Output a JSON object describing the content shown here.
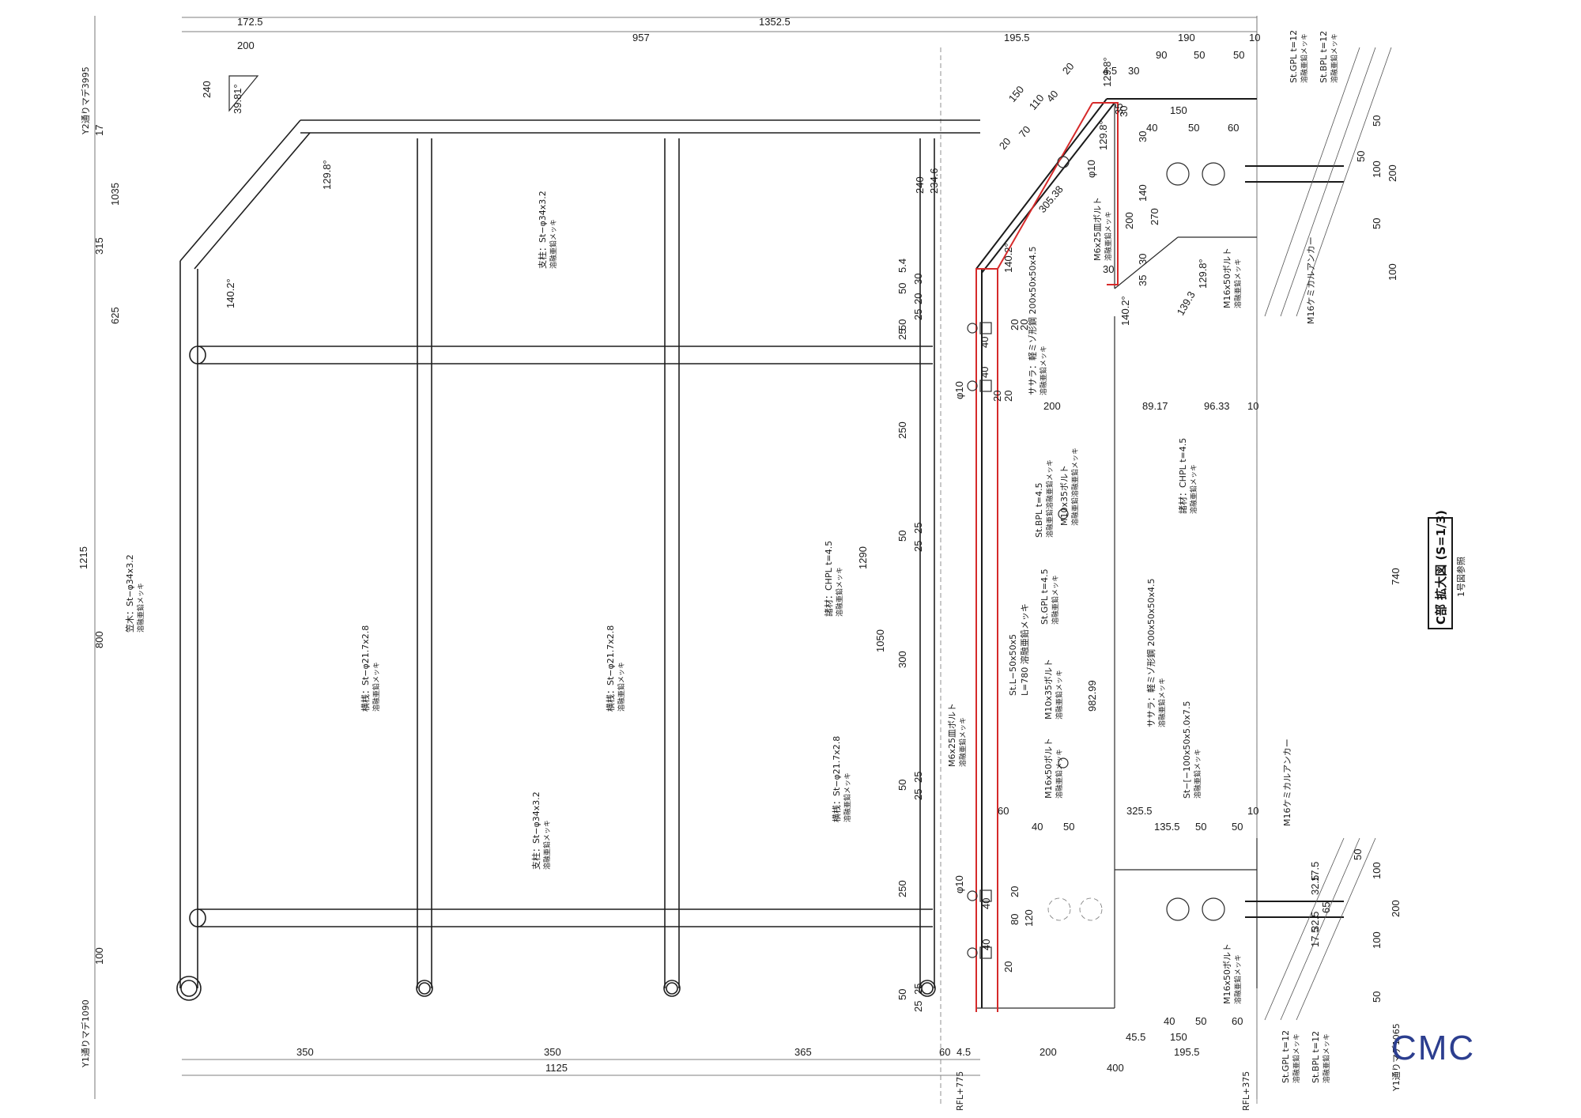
{
  "dims": {
    "top_row1": [
      "172.5",
      "1352.5"
    ],
    "top_row2": [
      "957",
      "195.5",
      "190",
      "10"
    ],
    "top_row3": [
      "4.5",
      "30",
      "90",
      "50",
      "50"
    ],
    "tri": [
      "200",
      "240",
      "39.81°"
    ],
    "left_side": [
      "17",
      "1035",
      "315",
      "625",
      "1215",
      "800",
      "100"
    ],
    "angles": [
      "129.8°",
      "140.2°",
      "140.2°",
      "129.8°",
      "140.2°",
      "129.8°",
      "129.8°"
    ],
    "bracket_top": [
      "150",
      "110",
      "70",
      "40",
      "20",
      "20",
      "305.38",
      "φ10"
    ],
    "col_mid_left": [
      "240",
      "234.6",
      "5.4",
      "50",
      "30",
      "20",
      "25",
      "50",
      "25",
      "250",
      "50",
      "25",
      "25",
      "1290",
      "1050",
      "300",
      "50",
      "25",
      "25",
      "250",
      "50",
      "25",
      "25"
    ],
    "col_bolts_top": [
      "20",
      "40",
      "40",
      "20",
      "20",
      "20",
      "φ10",
      "200"
    ],
    "col_bolts_bot": [
      "20",
      "40",
      "120",
      "80",
      "40",
      "20",
      "φ10"
    ],
    "right_top": [
      "150",
      "40",
      "50",
      "60",
      "30",
      "30",
      "140",
      "200",
      "270",
      "30",
      "35",
      "30",
      "35",
      "139.3",
      "50",
      "50",
      "100",
      "200",
      "50",
      "100"
    ],
    "right_mid": [
      "89.17",
      "96.33",
      "10",
      "982.99",
      "740"
    ],
    "right_bot": [
      "60",
      "325.5",
      "10",
      "40",
      "50",
      "135.5",
      "50",
      "50",
      "17.5",
      "32.5",
      "65",
      "32.5",
      "17.5",
      "50",
      "100",
      "200",
      "100",
      "50",
      "40",
      "50",
      "60",
      "45.5",
      "150"
    ],
    "bottom_row1": [
      "350",
      "350",
      "365",
      "60",
      "4.5",
      "200",
      "195.5"
    ],
    "bottom_row2": [
      "1125",
      "400"
    ]
  },
  "side_labels": {
    "y2": "Y2通りマデ3995",
    "y1_left": "Y1通りマデ1090",
    "y1_right": "Y1通りマデ1065"
  },
  "level_labels": [
    "RFL+775",
    "RFL+375"
  ],
  "notes": {
    "post_top": [
      "支柱：St−φ34x3.2",
      "溶融亜鉛メッキ"
    ],
    "post_left": [
      "笠木：St−φ34x3.2",
      "溶融亜鉛メッキ"
    ],
    "rail_a": [
      "横桟：St−φ21.7x2.8",
      "溶融亜鉛メッキ"
    ],
    "rail_b": [
      "横桟：St−φ21.7x2.8",
      "溶融亜鉛メッキ"
    ],
    "post_bottom": [
      "支柱：St−φ34x3.2",
      "溶融亜鉛メッキ"
    ],
    "rail_c": [
      "横桟：St−φ21.7x2.8",
      "溶融亜鉛メッキ"
    ],
    "chpl_left": [
      "諸材：CHPL t=4.5",
      "溶融亜鉛メッキ"
    ],
    "m6_top": [
      "M6x25皿ボルト",
      "溶融亜鉛メッキ"
    ],
    "m6_bot": [
      "M6x25皿ボルト",
      "溶融亜鉛メッキ"
    ],
    "sagara_top": [
      "ササラ：軽ミゾ形鋼 200x50x50x4.5",
      "溶融亜鉛メッキ"
    ],
    "sagara_bot": [
      "ササラ：軽ミゾ形鋼 200x50x50x4.5",
      "溶融亜鉛メッキ"
    ],
    "bpl": [
      "St.BPL t=4.5",
      "溶融亜鉛溶融亜鉛メッキ"
    ],
    "m10_top": [
      "M10x35ボルト",
      "溶融亜鉛溶融亜鉛メッキ"
    ],
    "gpl_mid": [
      "St.GPL t=4.5",
      "溶融亜鉛メッキ"
    ],
    "angle": [
      "St.L−50x50x5",
      "L=780 溶融亜鉛メッキ"
    ],
    "m10_bot": [
      "M10x35ボルト",
      "溶融亜鉛メッキ"
    ],
    "m16_mid": [
      "M16x50ボルト",
      "溶融亜鉛メッキ"
    ],
    "chpl_right": [
      "諸材：CHPL t=4.5",
      "溶融亜鉛メッキ"
    ],
    "channel": [
      "St−[−100x50x5.0x7.5",
      "溶融亜鉛メッキ"
    ],
    "gpl_top": [
      "St.GPL t=12",
      "溶融亜鉛メッキ"
    ],
    "bpl_top": [
      "St.BPL t=12",
      "溶融亜鉛メッキ"
    ],
    "m16_top": [
      "M16x50ボルト",
      "溶融亜鉛メッキ"
    ],
    "anchor_top": [
      "M16ケミカルアンカー"
    ],
    "anchor_bot": [
      "M16ケミカルアンカー"
    ],
    "m16_bot": [
      "M16x50ボルト",
      "溶融亜鉛メッキ"
    ],
    "gpl_bot": [
      "St.GPL t=12",
      "溶融亜鉛メッキ"
    ],
    "bpl_bot": [
      "St.BPL t=12",
      "溶融亜鉛メッキ"
    ]
  },
  "title_block": {
    "title": "C部 拡大図 (S=1/3)",
    "subtitle": "1号図参照"
  },
  "logo": "CMC",
  "colors": {
    "line": "#2b2b2b",
    "highlight": "#d62a2a",
    "logo": "#2c3e8f"
  }
}
